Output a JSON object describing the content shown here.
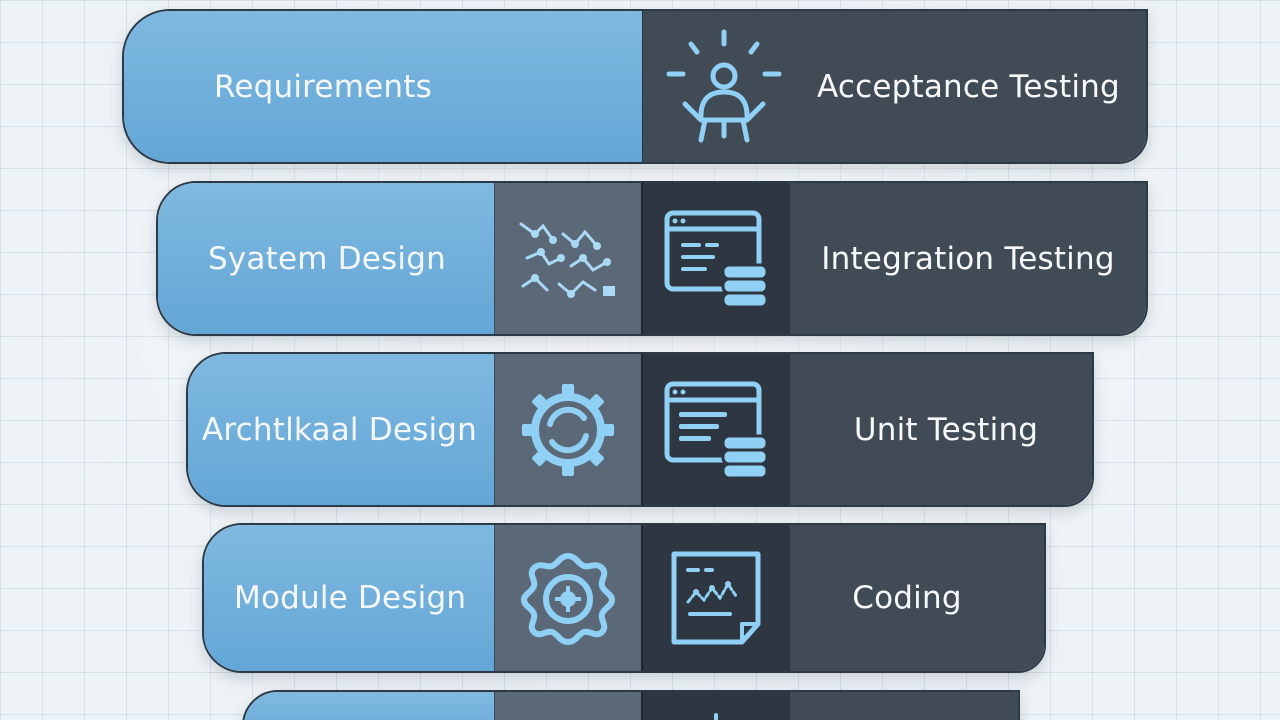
{
  "stages": [
    {
      "left_label": "Requirements",
      "right_label": "Acceptance Testing",
      "left_icon": "",
      "right_icon": "person-at-desk-icon"
    },
    {
      "left_label": "Syatem Design",
      "right_label": "Integration Testing",
      "left_icon": "network-diagram-icon",
      "right_icon": "code-window-database-icon"
    },
    {
      "left_label": "Archtlkaal Design",
      "right_label": "Unit Testing",
      "left_icon": "gear-icon",
      "right_icon": "code-window-database-icon"
    },
    {
      "left_label": "Module Design",
      "right_label": "Coding",
      "left_icon": "gear-icon",
      "right_icon": "code-file-icon"
    }
  ],
  "colors": {
    "left_blue": "#6aaddb",
    "mid_slate": "#5b6878",
    "mid_dark": "#2d3641",
    "right_dark": "#414b55",
    "icon_cyan": "#8fd0f4"
  }
}
